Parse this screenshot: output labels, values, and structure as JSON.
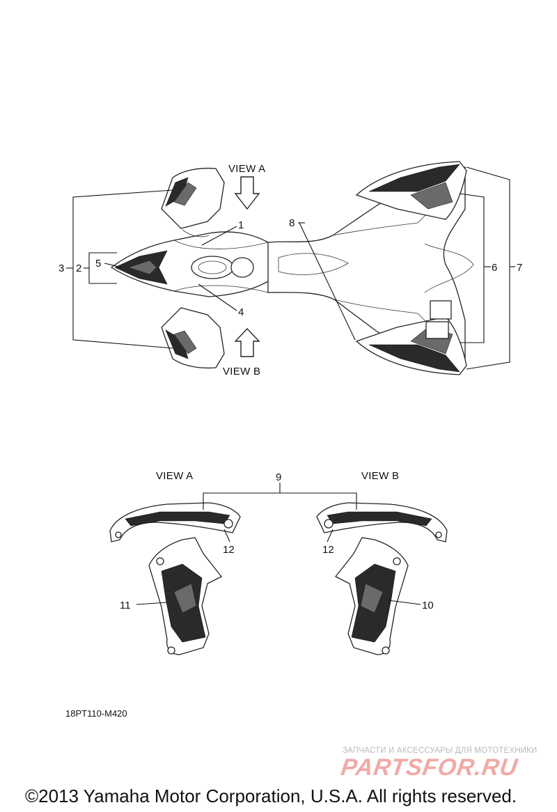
{
  "view_labels": {
    "view_a_top": "VIEW A",
    "view_b_top": "VIEW B",
    "view_a_bottom": "VIEW A",
    "view_b_bottom": "VIEW B"
  },
  "callouts": {
    "c1": "1",
    "c2": "2",
    "c3": "3",
    "c4": "4",
    "c5": "5",
    "c6": "6",
    "c7": "7",
    "c8": "8",
    "c9": "9",
    "c10": "10",
    "c11": "11",
    "c12_left": "12",
    "c12_right": "12"
  },
  "diagram_code": "18PT110-M420",
  "watermark": {
    "tagline": "ЗАПЧАСТИ И АКСЕССУАРЫ ДЛЯ МОТОТЕХНИКИ",
    "logo": "PARTSFOR.RU"
  },
  "copyright": "©2013 Yamaha Motor Corporation, U.S.A. All rights reserved.",
  "colors": {
    "ink": "#111111",
    "watermark_logo": "#f0aaa7",
    "watermark_text": "#b9b9b9"
  }
}
